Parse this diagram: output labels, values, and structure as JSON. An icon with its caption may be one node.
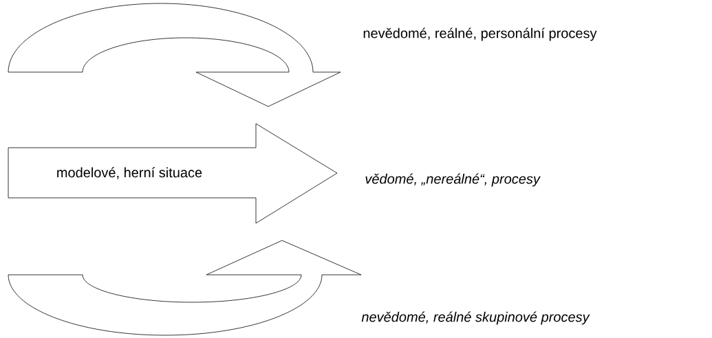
{
  "diagram": {
    "nodes": [
      {
        "text": [
          "modelové, herní situace"
        ]
      }
    ],
    "labels": [
      "nevědomé, reálné, personální procesy",
      "vědomé, „nereálné“, procesy",
      "nevědomé, reálné skupinové procesy"
    ]
  }
}
